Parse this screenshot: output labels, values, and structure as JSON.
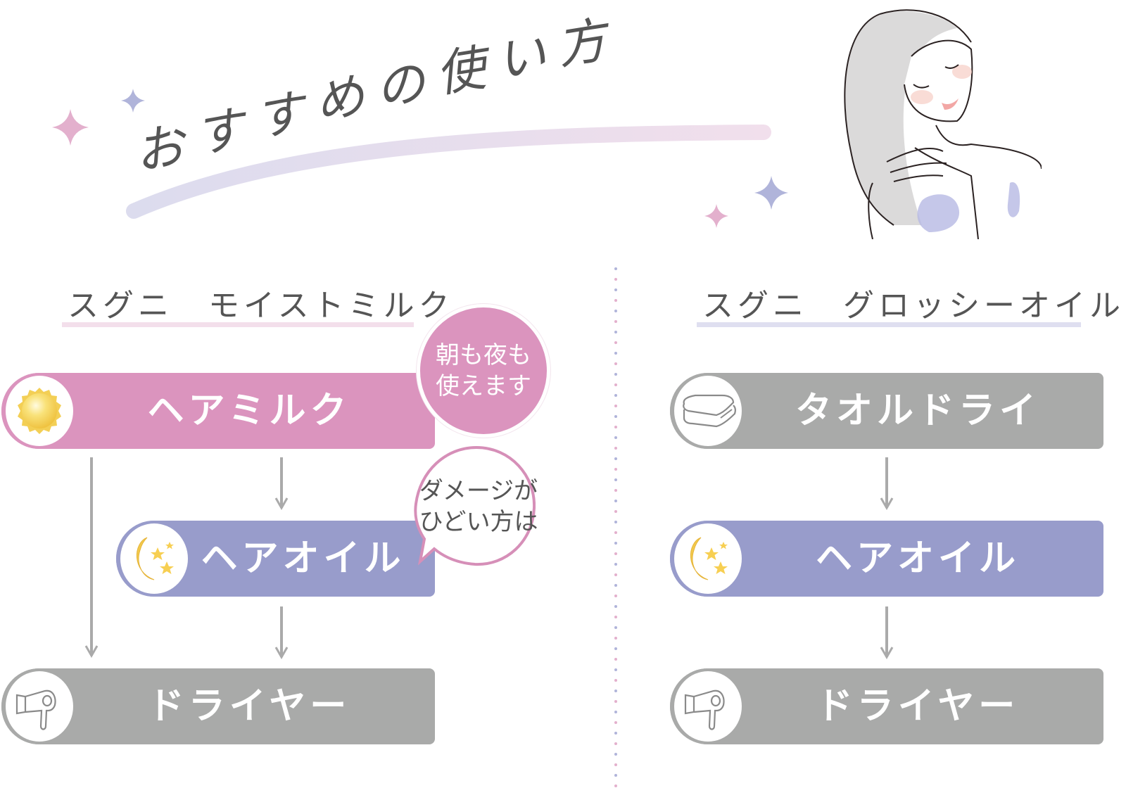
{
  "title": {
    "text": "おすすめの使い方",
    "chars": [
      "お",
      "す",
      "す",
      "め",
      "の",
      "使",
      "い",
      "方"
    ]
  },
  "colors": {
    "pink": "#db94be",
    "purple": "#989ccb",
    "gray": "#a9aaa9",
    "text": "#555555",
    "sparkle_pink": "#e3b0cd",
    "sparkle_purple": "#b0b4da",
    "rule_pink": "#f3dfeb",
    "rule_purple": "#dfdff0",
    "arrow": "#aaaaaa"
  },
  "illustration": {
    "name": "woman-touching-hair"
  },
  "left_column": {
    "product": "スグニ　モイストミルク",
    "badge": "朝も夜も使えます",
    "badge_lines": [
      "朝も夜も",
      "使えます"
    ],
    "note_lines": [
      "ダメージが",
      "ひどい方は"
    ],
    "steps": [
      {
        "label": "ヘアミルク",
        "icon": "sun-icon",
        "color": "pink"
      },
      {
        "label": "ヘアオイル",
        "icon": "moon-stars-icon",
        "color": "purple"
      },
      {
        "label": "ドライヤー",
        "icon": "hair-dryer-icon",
        "color": "gray"
      }
    ]
  },
  "right_column": {
    "product": "スグニ　グロッシーオイル",
    "steps": [
      {
        "label": "タオルドライ",
        "icon": "towel-icon",
        "color": "gray"
      },
      {
        "label": "ヘアオイル",
        "icon": "moon-stars-icon",
        "color": "purple"
      },
      {
        "label": "ドライヤー",
        "icon": "hair-dryer-icon",
        "color": "gray"
      }
    ]
  }
}
